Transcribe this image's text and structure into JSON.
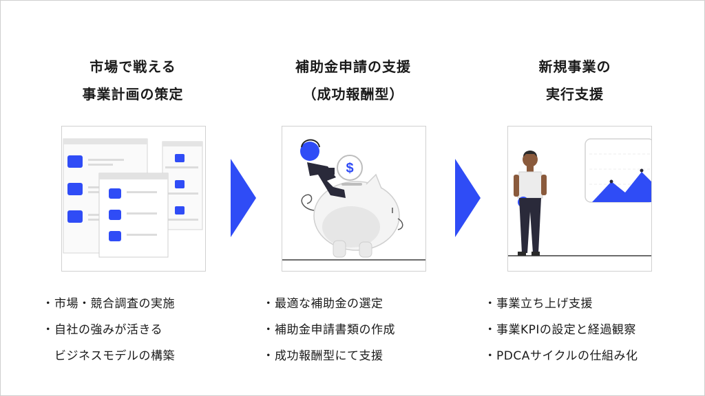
{
  "columns": [
    {
      "title_line1": "市場で戦える",
      "title_line2": "事業計画の策定",
      "illustration": "wireframe-windows-icon",
      "bullets": [
        "市場・競合調査の実施",
        "自社の強みが活きる",
        "ビジネスモデルの構築"
      ]
    },
    {
      "title_line1": "補助金申請の支援",
      "title_line2": "（成功報酬型）",
      "illustration": "piggy-bank-coin-icon",
      "coin_symbol": "$",
      "bullets": [
        "最適な補助金の選定",
        "補助金申請書類の作成",
        "成功報酬型にて支援"
      ]
    },
    {
      "title_line1": "新規事業の",
      "title_line2": "実行支援",
      "illustration": "person-growth-chart-icon",
      "bullets": [
        "事業立ち上げ支援",
        "事業KPIの設定と経過観察",
        "PDCAサイクルの仕組み化"
      ]
    }
  ],
  "bullet_marker": "・",
  "colors": {
    "accent": "#2f4cf6",
    "border": "#d0d0d0",
    "text": "#1a1a1a"
  }
}
